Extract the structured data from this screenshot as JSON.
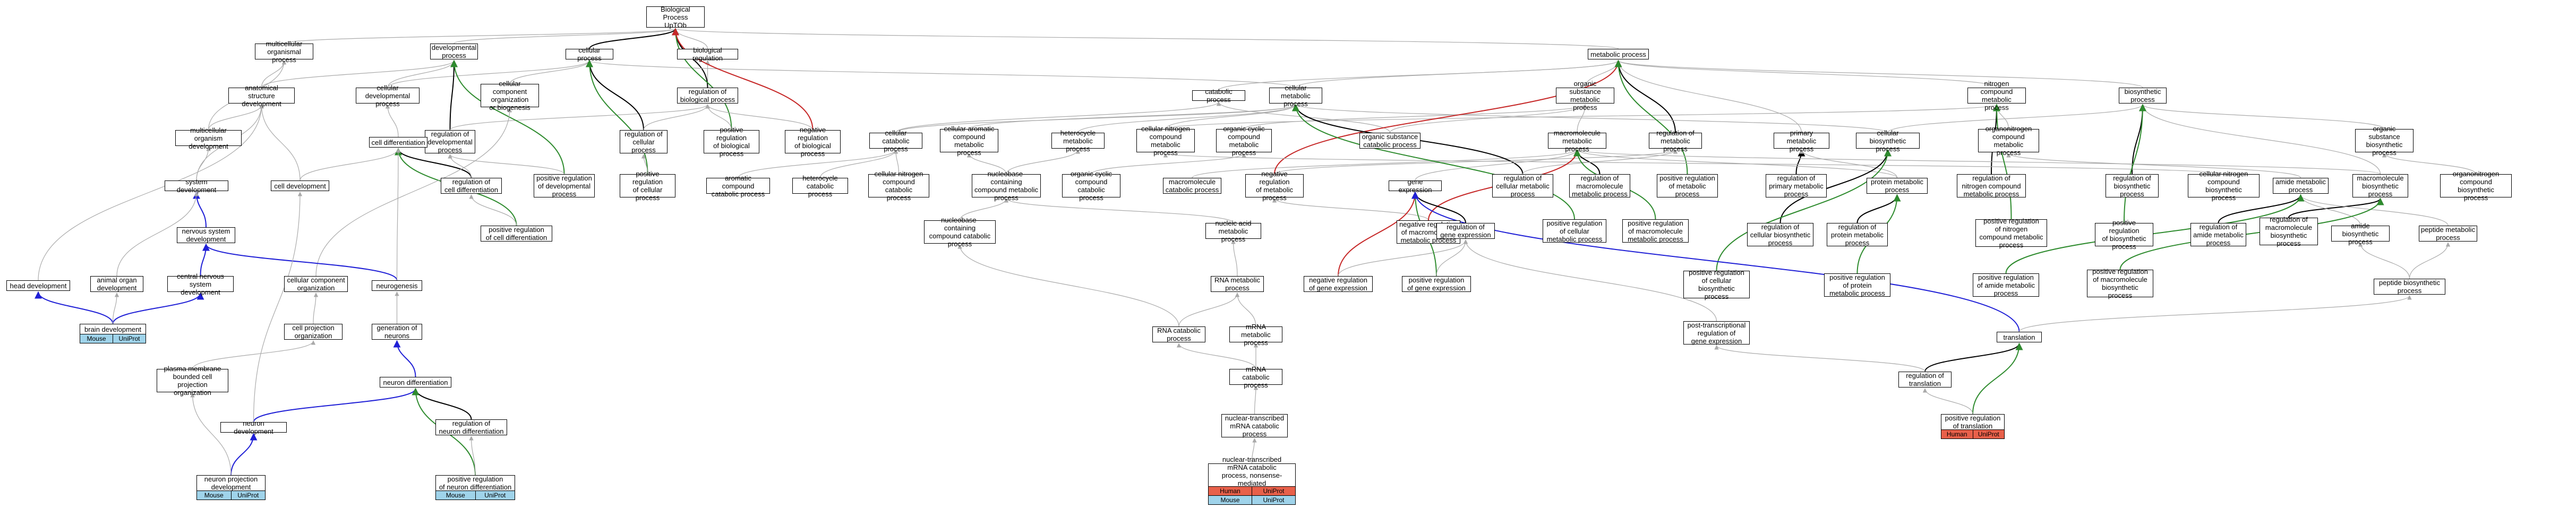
{
  "colors": {
    "gray": "#aaaaaa",
    "black": "#000000",
    "green": "#2e8b2e",
    "red": "#c62828",
    "blue": "#1f1fd6",
    "mouse": "#9fd3ea",
    "human": "#e8604a"
  },
  "nodes": {
    "biological_process": {
      "label": "Biological Process\nUpTOb"
    },
    "multicellular_organismal_process": {
      "label": "multicellular\norganismal process"
    },
    "developmental_process": {
      "label": "developmental\nprocess"
    },
    "cellular_process": {
      "label": "cellular process"
    },
    "biological_regulation": {
      "label": "biological regulation"
    },
    "metabolic_process": {
      "label": "metabolic process"
    },
    "anatomical_structure_development": {
      "label": "anatomical structure\ndevelopment"
    },
    "cellular_developmental_process": {
      "label": "cellular developmental\nprocess"
    },
    "cellular_component_organization": {
      "label": "cellular component\norganization\nor biogenesis"
    },
    "regulation_of_developmental_process": {
      "label": "regulation of\ndevelopmental\nprocess"
    },
    "regulation_of_biological_process": {
      "label": "regulation of\nbiological process"
    },
    "catabolic_process": {
      "label": "catabolic process"
    },
    "cellular_metabolic_process": {
      "label": "cellular metabolic\nprocess"
    },
    "organic_substance_metabolic_process": {
      "label": "organic substance\nmetabolic process"
    },
    "nitrogen_compound_metabolic_process": {
      "label": "nitrogen compound\nmetabolic process"
    },
    "biosynthetic_process": {
      "label": "biosynthetic\nprocess"
    },
    "multicellular_organism_development": {
      "label": "multicellular\norganism development"
    },
    "cell_differentiation": {
      "label": "cell differentiation"
    },
    "regulation_of_cellular_process": {
      "label": "regulation of\ncellular\nprocess"
    },
    "positive_regulation_of_biological_process": {
      "label": "positive regulation\nof biological\nprocess"
    },
    "negative_regulation_of_biological_process": {
      "label": "negative regulation\nof biological\nprocess"
    },
    "cellular_catabolic_process": {
      "label": "cellular catabolic\nprocess"
    },
    "cellular_aromatic_compound_metabolic_process": {
      "label": "cellular aromatic\ncompound metabolic\nprocess"
    },
    "heterocycle_metabolic_process": {
      "label": "heterocycle\nmetabolic process"
    },
    "cellular_nitrogen_compound_metabolic_process": {
      "label": "cellular nitrogen\ncompound metabolic\nprocess"
    },
    "organic_cyclic_compound_metabolic_process": {
      "label": "organic cyclic\ncompound metabolic\nprocess"
    },
    "organic_substance_catabolic_process": {
      "label": "organic substance\ncatabolic process"
    },
    "macromolecule_metabolic_process": {
      "label": "macromolecule\nmetabolic process"
    },
    "regulation_of_metabolic_process": {
      "label": "regulation of\nmetabolic process"
    },
    "primary_metabolic_process": {
      "label": "primary metabolic\nprocess"
    },
    "cellular_biosynthetic_process": {
      "label": "cellular biosynthetic\nprocess"
    },
    "organonitrogen_compound_metabolic_process": {
      "label": "organonitrogen\ncompound metabolic\nprocess"
    },
    "organic_substance_biosynthetic_process": {
      "label": "organic substance\nbiosynthetic\nprocess"
    },
    "system_development": {
      "label": "system development"
    },
    "cell_development": {
      "label": "cell development"
    },
    "regulation_of_cell_differentiation": {
      "label": "regulation of\ncell differentiation"
    },
    "positive_regulation_of_developmental_process": {
      "label": "positive regulation\nof developmental\nprocess"
    },
    "positive_regulation_of_cellular_process": {
      "label": "positive regulation\nof cellular\nprocess"
    },
    "aromatic_compound_catabolic_process": {
      "label": "aromatic compound\ncatabolic process"
    },
    "heterocycle_catabolic_process": {
      "label": "heterocycle\ncatabolic process"
    },
    "cellular_nitrogen_compound_catabolic_process": {
      "label": "cellular nitrogen\ncompound catabolic\nprocess"
    },
    "nucleobase_containing_compound_metabolic_process": {
      "label": "nucleobase-containing\ncompound metabolic\nprocess"
    },
    "organic_cyclic_compound_catabolic_process": {
      "label": "organic cyclic\ncompound catabolic\nprocess"
    },
    "macromolecule_catabolic_process": {
      "label": "macromolecule\ncatabolic process"
    },
    "negative_regulation_of_metabolic_process": {
      "label": "negative regulation\nof metabolic\nprocess"
    },
    "regulation_of_cellular_metabolic_process": {
      "label": "regulation of\ncellular metabolic\nprocess"
    },
    "regulation_of_macromolecule_metabolic_process": {
      "label": "regulation of\nmacromolecule\nmetabolic process"
    },
    "positive_regulation_of_metabolic_process": {
      "label": "positive regulation\nof metabolic\nprocess"
    },
    "regulation_of_primary_metabolic_process": {
      "label": "regulation of\nprimary metabolic\nprocess"
    },
    "protein_metabolic_process": {
      "label": "protein metabolic\nprocess"
    },
    "regulation_of_nitrogen_compound_metabolic_process": {
      "label": "regulation of\nnitrogen compound\nmetabolic process"
    },
    "regulation_of_biosynthetic_process": {
      "label": "regulation of\nbiosynthetic\nprocess"
    },
    "cellular_nitrogen_compound_biosynthetic_process": {
      "label": "cellular nitrogen\ncompound biosynthetic\nprocess"
    },
    "amide_metabolic_process": {
      "label": "amide metabolic\nprocess"
    },
    "macromolecule_biosynthetic_process": {
      "label": "macromolecule\nbiosynthetic\nprocess"
    },
    "organonitrogen_compound_biosynthetic_process": {
      "label": "organonitrogen\ncompound biosynthetic\nprocess"
    },
    "nervous_system_development": {
      "label": "nervous system\ndevelopment"
    },
    "positive_regulation_of_cell_differentiation": {
      "label": "positive regulation\nof cell differentiation"
    },
    "nucleobase_containing_compound_catabolic_process": {
      "label": "nucleobase-containing\ncompound catabolic\nprocess"
    },
    "nucleic_acid_metabolic_process": {
      "label": "nucleic acid\nmetabolic process"
    },
    "negative_regulation_of_macromolecule_metabolic_process": {
      "label": "negative regulation\nof macromolecule\nmetabolic process"
    },
    "gene_expression": {
      "label": "gene expression"
    },
    "regulation_of_gene_expression": {
      "label": "regulation of\ngene expression"
    },
    "positive_regulation_of_cellular_metabolic_process": {
      "label": "positive regulation\nof cellular\nmetabolic process"
    },
    "positive_regulation_of_macromolecule_metabolic_process": {
      "label": "positive regulation\nof macromolecule\nmetabolic process"
    },
    "regulation_of_cellular_biosynthetic_process": {
      "label": "regulation of\ncellular biosynthetic\nprocess"
    },
    "regulation_of_protein_metabolic_process": {
      "label": "regulation of\nprotein metabolic\nprocess"
    },
    "positive_regulation_of_nitrogen_compound_metabolic_process": {
      "label": "positive regulation\nof nitrogen\ncompound metabolic\nprocess"
    },
    "positive_regulation_of_biosynthetic_process": {
      "label": "positive regulation\nof biosynthetic\nprocess"
    },
    "regulation_of_amide_metabolic_process": {
      "label": "regulation of\namide metabolic\nprocess"
    },
    "regulation_of_macromolecule_biosynthetic_process": {
      "label": "regulation of\nmacromolecule\nbiosynthetic\nprocess"
    },
    "amide_biosynthetic_process": {
      "label": "amide biosynthetic\nprocess"
    },
    "peptide_metabolic_process": {
      "label": "peptide metabolic\nprocess"
    },
    "head_development": {
      "label": "head development"
    },
    "animal_organ_development": {
      "label": "animal organ\ndevelopment"
    },
    "central_nervous_system_development": {
      "label": "central nervous\nsystem development"
    },
    "cellular_component_organization2": {
      "label": "cellular component\norganization"
    },
    "neurogenesis": {
      "label": "neurogenesis"
    },
    "rna_metabolic_process": {
      "label": "RNA metabolic\nprocess"
    },
    "negative_regulation_of_gene_expression": {
      "label": "negative regulation\nof gene expression"
    },
    "positive_regulation_of_gene_expression": {
      "label": "positive regulation\nof gene expression"
    },
    "positive_regulation_of_cellular_biosynthetic_process": {
      "label": "positive regulation\nof cellular\nbiosynthetic\nprocess"
    },
    "positive_regulation_of_protein_metabolic_process": {
      "label": "positive regulation\nof protein\nmetabolic process"
    },
    "positive_regulation_of_macromolecule_biosynthetic_process": {
      "label": "positive regulation\nof macromolecule\nbiosynthetic\nprocess"
    },
    "positive_regulation_of_amide_metabolic_process": {
      "label": "positive regulation\nof amide metabolic\nprocess"
    },
    "peptide_biosynthetic_process": {
      "label": "peptide biosynthetic\nprocess"
    },
    "brain_development": {
      "label": "brain development"
    },
    "cell_projection_organization": {
      "label": "cell projection\norganization"
    },
    "generation_of_neurons": {
      "label": "generation of\nneurons"
    },
    "rna_catabolic_process": {
      "label": "RNA catabolic\nprocess"
    },
    "mrna_metabolic_process": {
      "label": "mRNA metabolic\nprocess"
    },
    "post_transcriptional_regulation_of_gene_expression": {
      "label": "post-transcriptional\nregulation of\ngene expression"
    },
    "translation": {
      "label": "translation"
    },
    "plasma_membrane_bounded_cell_projection_organization": {
      "label": "plasma membrane\nbounded cell\nprojection organization"
    },
    "neuron_differentiation": {
      "label": "neuron differentiation"
    },
    "mrna_catabolic_process": {
      "label": "mRNA catabolic\nprocess"
    },
    "regulation_of_translation": {
      "label": "regulation of\ntranslation"
    },
    "neuron_development": {
      "label": "neuron development"
    },
    "regulation_of_neuron_differentiation": {
      "label": "regulation of\nneuron differentiation"
    },
    "nuclear_transcribed_mrna_catabolic_process": {
      "label": "nuclear-transcribed\nmRNA catabolic\nprocess"
    },
    "positive_regulation_of_translation": {
      "label": "positive regulation\nof translation"
    },
    "neuron_projection_development": {
      "label": "neuron projection\ndevelopment"
    },
    "positive_regulation_of_neuron_differentiation": {
      "label": "positive regulation\nof neuron differentiation"
    },
    "nmd": {
      "label": "nuclear-transcribed\nmRNA catabolic\nprocess, nonsense-mediated\ndecay"
    }
  },
  "badges": {
    "brain_development": [
      {
        "label": "Mouse",
        "kind": "mouse"
      },
      {
        "label": "UniProt",
        "kind": "uniprot"
      }
    ],
    "neuron_projection_development": [
      {
        "label": "Mouse",
        "kind": "mouse"
      },
      {
        "label": "UniProt",
        "kind": "uniprot"
      }
    ],
    "positive_regulation_of_neuron_differentiation": [
      {
        "label": "Mouse",
        "kind": "mouse"
      },
      {
        "label": "UniProt",
        "kind": "uniprot"
      }
    ],
    "positive_regulation_of_translation": [
      {
        "label": "Human",
        "kind": "human"
      },
      {
        "label": "UniProt",
        "kind": "uniprot-red"
      }
    ],
    "nmd": [
      {
        "label": "Human",
        "kind": "human"
      },
      {
        "label": "UniProt",
        "kind": "uniprot-red"
      },
      {
        "label": "Mouse",
        "kind": "mouse"
      },
      {
        "label": "UniProt",
        "kind": "uniprot"
      }
    ]
  }
}
